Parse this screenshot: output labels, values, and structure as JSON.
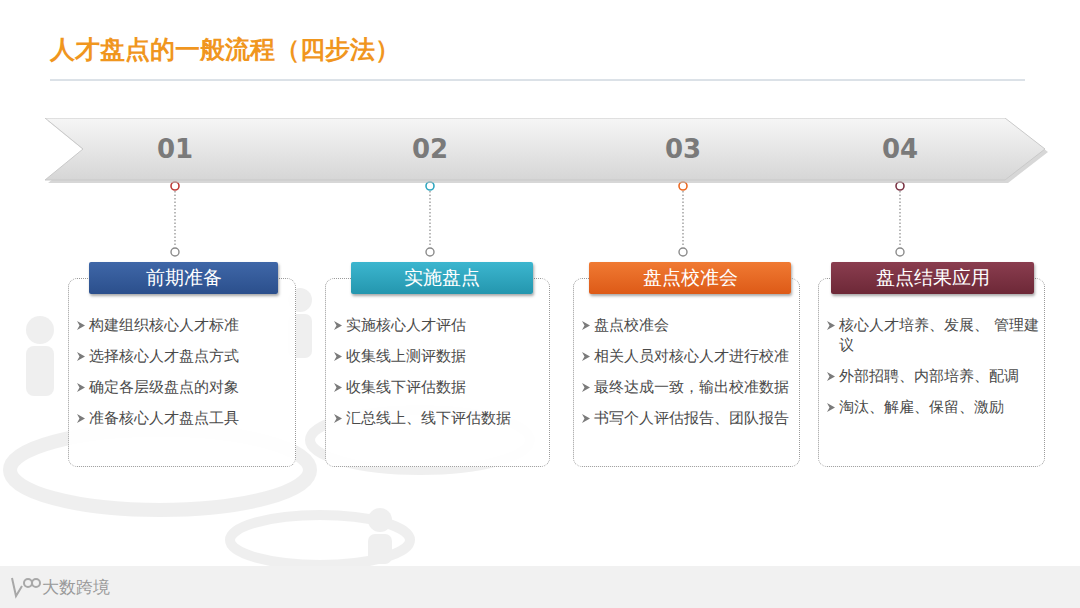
{
  "diagram": {
    "title": "人才盘点的一般流程（四步法）",
    "nodes": [
      {
        "text": [
          "01",
          "02",
          "03",
          "04"
        ]
      },
      {
        "text": [
          "构建组织核心人才标准",
          "选择核心人才盘点方式",
          "确定各层级盘点的对象",
          "准备核心人才盘点工具"
        ]
      },
      {
        "text": [
          "前期准备"
        ],
        "in": 1
      },
      {
        "text": [
          "实施核心人才评估",
          "收集线上测评数据",
          "收集线下评估数据",
          "汇总线上、线下评估数据"
        ]
      },
      {
        "text": [
          "实施盘点"
        ],
        "in": 3
      },
      {
        "text": [
          "盘点校准会",
          "相关人员对核心人才进行校准",
          "最终达成一致，输出校准数据",
          "书写个人评估报告、团队报告"
        ]
      },
      {
        "text": [
          "盘点校准会"
        ],
        "in": 5
      },
      {
        "text": [
          "核心人才培养、发展、 管理建议",
          "外部招聘、内部培养、配调",
          "淘汰、解雇、保留、激励"
        ]
      },
      {
        "text": [
          "盘点结果应用"
        ],
        "in": 7
      }
    ],
    "edges": [
      {
        "from": 0,
        "to": 2,
        "arrow": "none"
      },
      {
        "from": 0,
        "to": 4,
        "arrow": "none"
      },
      {
        "from": 0,
        "to": 6,
        "arrow": "none"
      },
      {
        "from": 0,
        "to": 8,
        "arrow": "none"
      }
    ],
    "labels": [
      "大数跨境"
    ]
  }
}
